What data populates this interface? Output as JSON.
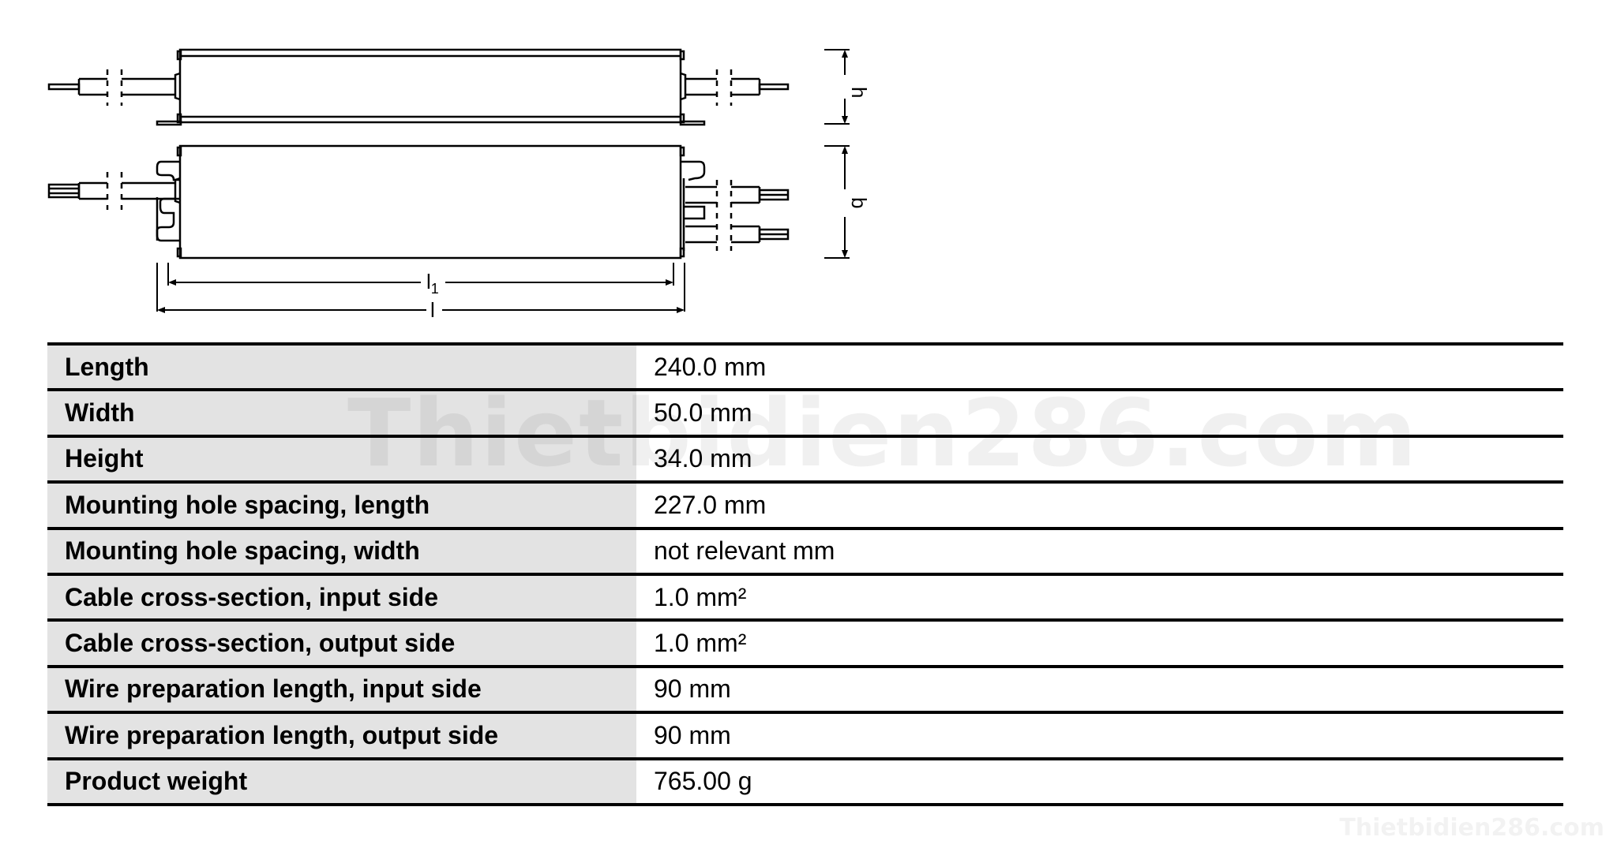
{
  "drawing": {
    "dimension_labels": {
      "length_inner": "l1",
      "length_inner_base": "l",
      "length_inner_sub": "1",
      "length_overall": "l",
      "height": "h",
      "width": "b"
    }
  },
  "specs": {
    "rows": [
      {
        "label": "Length",
        "value": "240.0 mm"
      },
      {
        "label": "Width",
        "value": "50.0 mm"
      },
      {
        "label": "Height",
        "value": "34.0 mm"
      },
      {
        "label": "Mounting hole spacing, length",
        "value": "227.0 mm"
      },
      {
        "label": "Mounting hole spacing, width",
        "value": "not relevant mm"
      },
      {
        "label": "Cable cross-section, input side",
        "value": "1.0 mm²"
      },
      {
        "label": "Cable cross-section, output side",
        "value": "1.0 mm²"
      },
      {
        "label": "Wire preparation length, input side",
        "value": "90 mm"
      },
      {
        "label": "Wire preparation length, output side",
        "value": "90 mm"
      },
      {
        "label": "Product weight",
        "value": "765.00 g"
      }
    ]
  },
  "watermark": {
    "text": "Thietbidien286.com",
    "footer_text": "Thietbidien286.com"
  }
}
